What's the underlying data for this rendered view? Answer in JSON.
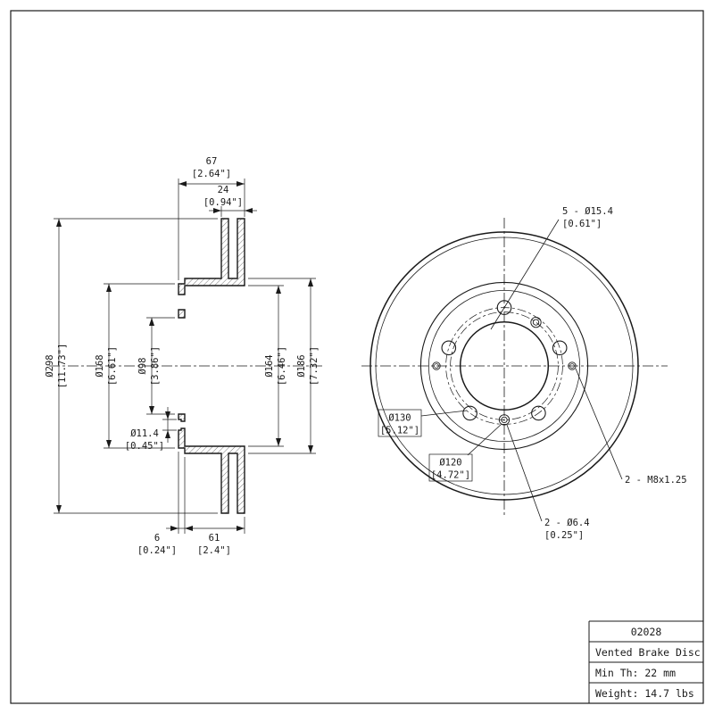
{
  "colors": {
    "ink": "#1a1a1a",
    "background": "#ffffff"
  },
  "section": {
    "d67": {
      "mm": "67",
      "in": "[2.64\"]"
    },
    "d24": {
      "mm": "24",
      "in": "[0.94\"]"
    },
    "d298": {
      "mm": "Ø298",
      "in": "[11.73\"]"
    },
    "d168": {
      "mm": "Ø168",
      "in": "[6.61\"]"
    },
    "d98": {
      "mm": "Ø98",
      "in": "[3.86\"]"
    },
    "d164": {
      "mm": "Ø164",
      "in": "[6.46\"]"
    },
    "d186": {
      "mm": "Ø186",
      "in": "[7.32\"]"
    },
    "d114": {
      "mm": "Ø11.4",
      "in": "[0.45\"]"
    },
    "d6": {
      "mm": "6",
      "in": "[0.24\"]"
    },
    "d61": {
      "mm": "61",
      "in": "[2.4\"]"
    }
  },
  "front": {
    "lug": {
      "l1": "5 - Ø15.4",
      "l2": "[0.61\"]"
    },
    "bcd130": {
      "mm": "Ø130",
      "in": "[5.12\"]"
    },
    "bcd120": {
      "mm": "Ø120",
      "in": "[4.72\"]"
    },
    "m8": {
      "l1": "2 - M8x1.25"
    },
    "screw": {
      "l1": "2 - Ø6.4",
      "l2": "[0.25\"]"
    }
  },
  "title_block": {
    "part_number": "02028",
    "part_name": "Vented Brake Disc",
    "min_thickness": "Min Th: 22 mm",
    "weight": "Weight: 14.7 lbs"
  }
}
